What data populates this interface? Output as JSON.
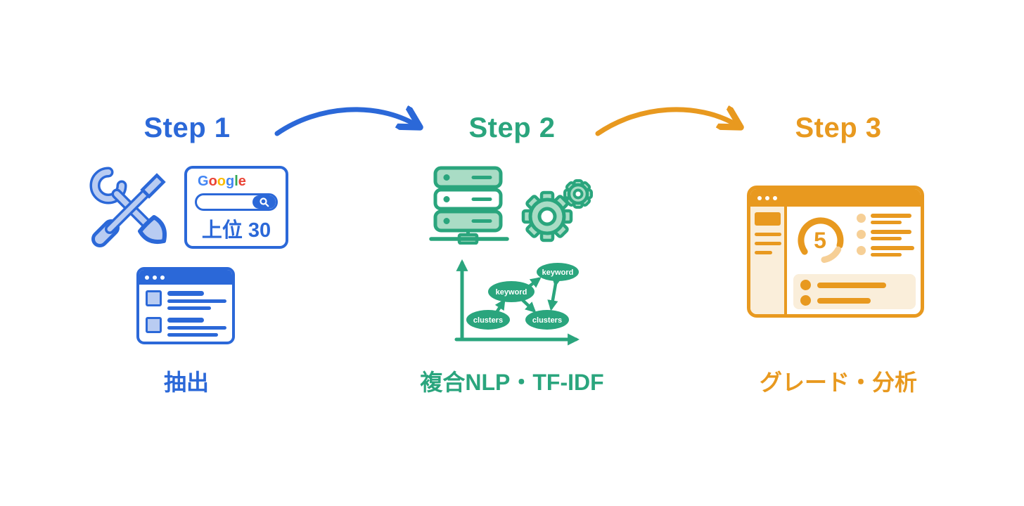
{
  "colors": {
    "blue": "#2b68d8",
    "blue_light": "#b9ccf2",
    "green": "#2aa57d",
    "green_light": "#a9dcc5",
    "orange": "#e8991f",
    "orange_light": "#f6cf96",
    "cream": "#faeeda",
    "google_logo": {
      "g1": "#4285F4",
      "o1": "#EA4335",
      "o2": "#FBBC05",
      "g2": "#4285F4",
      "l": "#34A853",
      "e": "#EA4335"
    }
  },
  "steps": [
    {
      "title": "Step 1",
      "caption": "抽出",
      "color": "#2b68d8",
      "icons": [
        "tools-icon",
        "google-search-card",
        "webpage-list-icon"
      ]
    },
    {
      "title": "Step 2",
      "caption": "複合NLP・TF-IDF",
      "color": "#2aa57d",
      "icons": [
        "server-stack-icon",
        "gears-icon",
        "keyword-cluster-graph"
      ]
    },
    {
      "title": "Step 3",
      "caption": "グレード・分析",
      "color": "#e8991f",
      "icons": [
        "dashboard-window-icon",
        "gauge-icon"
      ]
    }
  ],
  "arrows": [
    {
      "name": "step1-to-step2",
      "color": "#2b68d8"
    },
    {
      "name": "step2-to-step3",
      "color": "#e8991f"
    }
  ],
  "step1": {
    "google_card": {
      "logo_letters": [
        {
          "ch": "G"
        },
        {
          "ch": "o"
        },
        {
          "ch": "o"
        },
        {
          "ch": "g"
        },
        {
          "ch": "l"
        },
        {
          "ch": "e"
        }
      ],
      "search_value": "",
      "result_label": "上位 30"
    }
  },
  "step2": {
    "graph_nodes": [
      {
        "label": "clusters"
      },
      {
        "label": "keyword"
      },
      {
        "label": "keyword"
      },
      {
        "label": "clusters"
      }
    ]
  },
  "step3": {
    "gauge_value": "5"
  }
}
